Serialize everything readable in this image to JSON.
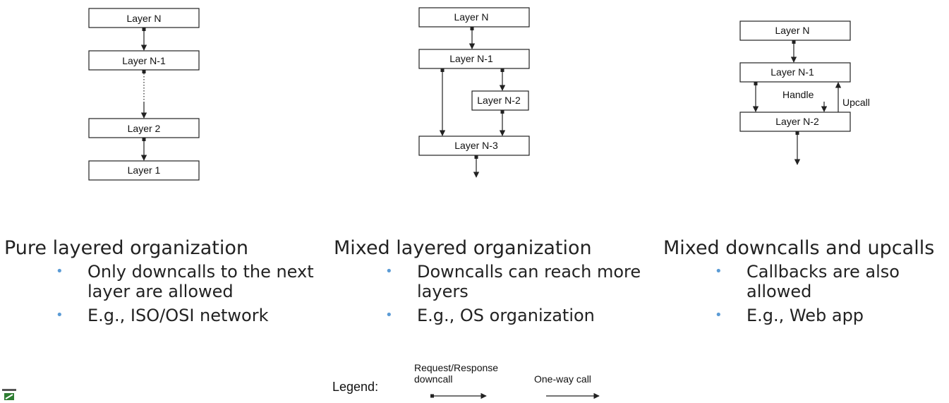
{
  "diagrams": {
    "pure": {
      "layer_n": "Layer N",
      "layer_n_1": "Layer N-1",
      "layer_2": "Layer 2",
      "layer_1": "Layer 1"
    },
    "mixed": {
      "layer_n": "Layer N",
      "layer_n_1": "Layer N-1",
      "layer_n_2": "Layer N-2",
      "layer_n_3": "Layer N-3"
    },
    "updown": {
      "layer_n": "Layer N",
      "layer_n_1": "Layer N-1",
      "layer_n_2": "Layer N-2",
      "handle": "Handle",
      "upcall": "Upcall"
    }
  },
  "sections": {
    "pure": {
      "title": "Pure layered organization",
      "bullets": [
        "Only downcalls to the next layer are allowed",
        "E.g., ISO/OSI network"
      ]
    },
    "mixed": {
      "title": "Mixed layered organization",
      "bullets": [
        "Downcalls can reach more layers",
        "E.g., OS organization"
      ]
    },
    "updown": {
      "title": "Mixed downcalls and upcalls",
      "bullets": [
        "Callbacks are also allowed",
        "E.g., Web app"
      ]
    }
  },
  "legend": {
    "title": "Legend:",
    "request_response_line1": "Request/Response",
    "request_response_line2": "downcall",
    "one_way": "One-way call"
  },
  "colors": {
    "bullet": "#5b9bd5"
  }
}
